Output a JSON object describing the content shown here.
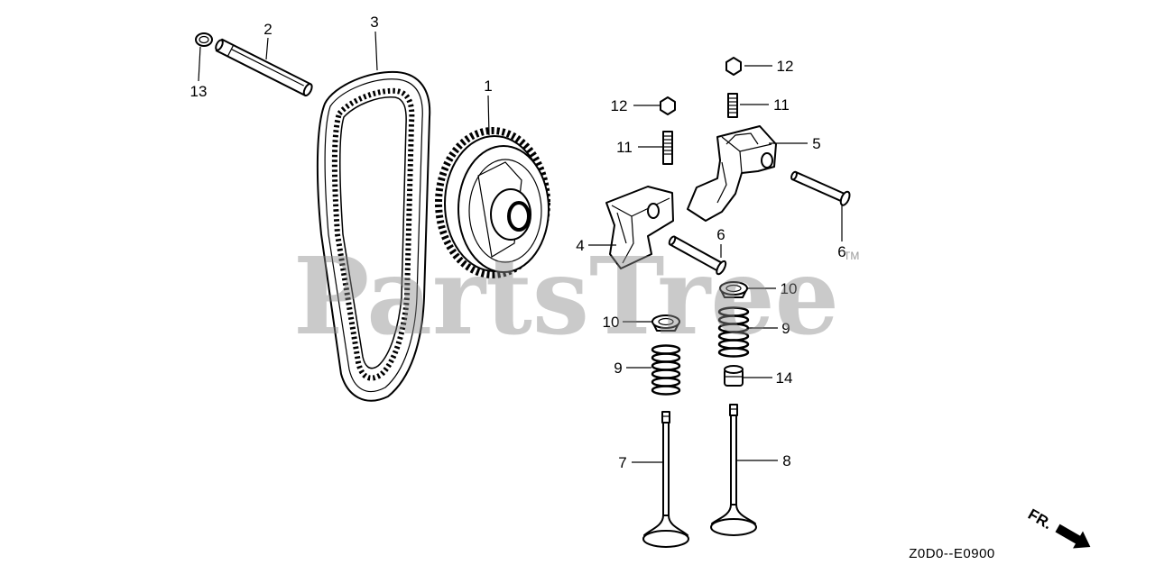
{
  "diagram": {
    "callouts": {
      "ring_13": "13",
      "shaft_2": "2",
      "belt_3": "3",
      "pulley_1": "1",
      "nut_12_top": "12",
      "nut_12_left": "12",
      "stud_11_right": "11",
      "stud_11_left": "11",
      "rocker_5": "5",
      "rocker_4": "4",
      "pin_6_mid": "6",
      "pin_6_right": "6",
      "retainer_10_right": "10",
      "retainer_10_left": "10",
      "spring_9_right": "9",
      "spring_9_left": "9",
      "seal_14": "14",
      "valve_7": "7",
      "valve_8": "8"
    },
    "direction_label": "FR.",
    "diagram_code": "Z0D0--E0900"
  },
  "watermark": {
    "text": "PartsTree",
    "tm": "TM"
  }
}
